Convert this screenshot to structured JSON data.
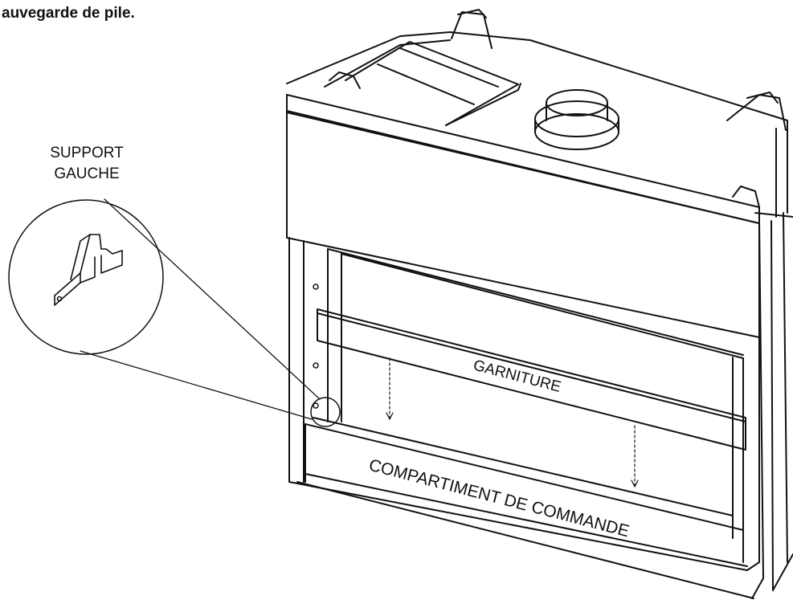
{
  "header": {
    "caption_line1": "auvegarde de pile."
  },
  "callout": {
    "label_line1": "SUPPORT",
    "label_line2": "GAUCHE"
  },
  "labels": {
    "trim": "GARNITURE",
    "control": "COMPARTIMENT DE COMMANDE"
  },
  "colors": {
    "ink": "#111111",
    "paper": "#ffffff"
  }
}
